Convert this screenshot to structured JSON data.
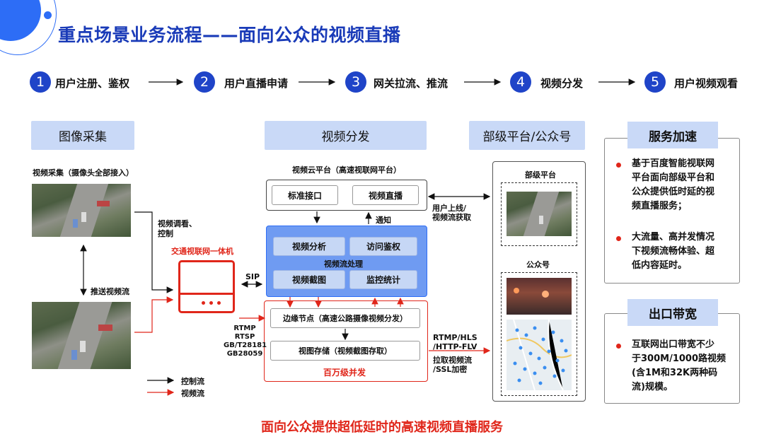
{
  "title": "重点场景业务流程——面向公众的视频直播",
  "steps": [
    {
      "num": "1",
      "label": "用户注册、鉴权"
    },
    {
      "num": "2",
      "label": "用户直播申请"
    },
    {
      "num": "3",
      "label": "网关拉流、推流"
    },
    {
      "num": "4",
      "label": "视频分发"
    },
    {
      "num": "5",
      "label": "用户视频观看"
    }
  ],
  "sections": {
    "capture": "图像采集",
    "distribution": "视频分发",
    "platform": "部级平台/公众号"
  },
  "capture": {
    "caption": "视频采集（摄像头全部接入）",
    "push_label": "推送视频流",
    "control_label": "视频调看、控制",
    "device_label": "交通视联网一体机",
    "legend_control": "控制流",
    "legend_video": "视频流"
  },
  "cloud": {
    "caption": "视频云平台（高速视联网平台）",
    "std_interface": "标准接口",
    "live": "视频直播",
    "notify": "通知",
    "analysis": "视频分析",
    "auth": "访问鉴权",
    "processing": "视频流处理",
    "snapshot": "视频截图",
    "stats": "监控统计",
    "sip": "SIP",
    "edge": "边缘节点（高速公路摄像视频分发）",
    "storage": "视图存储（视频截图存取）",
    "concurrency": "百万级并发",
    "protocols_in": [
      "RTMP",
      "RTSP",
      "GB/T28181",
      "GB28059"
    ],
    "protocols_out": [
      "RTMP/HLS",
      "/HTTP-FLV"
    ],
    "pull_label": [
      "拉取视频流",
      "/SSL加密"
    ],
    "user_online": [
      "用户上线/",
      "视频流获取"
    ]
  },
  "platform": {
    "ministry": "部级平台",
    "public": "公众号"
  },
  "cards": {
    "acceleration": {
      "title": "服务加速",
      "bullets": [
        [
          "基于百度智能视联网",
          "平台面向部级平台和",
          "公众提供低时延的视",
          "频直播服务；"
        ],
        [
          "大流量、高并发情况",
          "下视频流畅体验、超",
          "低内容延时。"
        ]
      ]
    },
    "bandwidth": {
      "title": "出口带宽",
      "bullets": [
        [
          "互联网出口带宽不少",
          "于300M/1000路视频",
          "(含1M和32K两种码",
          "流)规模。"
        ]
      ]
    }
  },
  "footer": "面向公众提供超低延时的高速视频直播服务",
  "colors": {
    "accent": "#1f44c8",
    "red": "#e0261a",
    "header_bg": "#c9d9f7"
  }
}
